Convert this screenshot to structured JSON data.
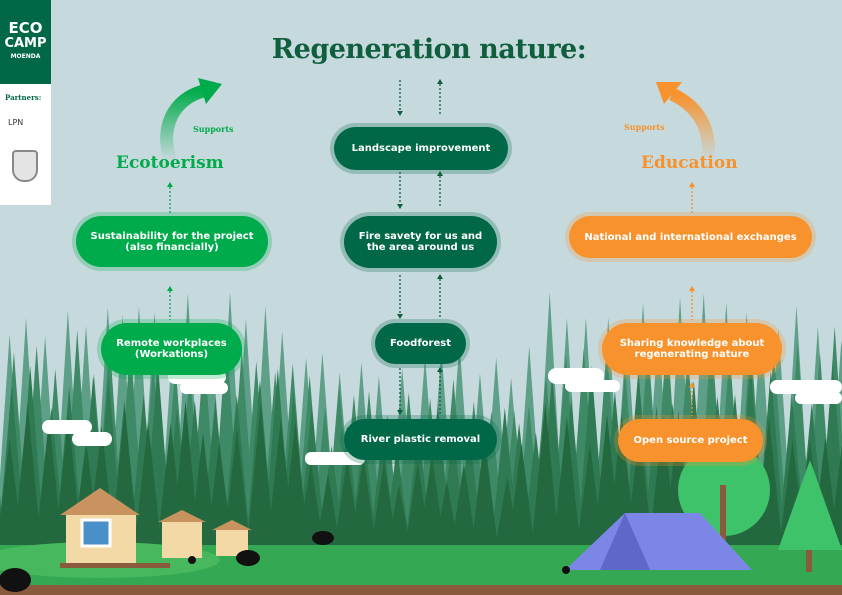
{
  "brand": {
    "logo_line1": "ECO",
    "logo_line2": "CAMP",
    "logo_line3": "MOENDA",
    "partners_label": "Partners:",
    "partner1": "LPN"
  },
  "title": "Regeneration nature:",
  "colors": {
    "dark_green": "#006847",
    "green": "#00ab4b",
    "orange": "#f7922d",
    "background": "#c6d9dc"
  },
  "left": {
    "title": "Ecotoerism",
    "supports": "Supports",
    "items": [
      "Sustainability for the project (also financially)",
      "Remote workplaces (Workations)"
    ]
  },
  "center": {
    "items": [
      "Landscape improvement",
      "Fire savety for us and the area around us",
      "Foodforest",
      "River plastic removal"
    ]
  },
  "right": {
    "title": "Education",
    "supports": "Supports",
    "items": [
      "National and international exchanges",
      "Sharing knowledge about regenerating nature",
      "Open source project"
    ]
  }
}
